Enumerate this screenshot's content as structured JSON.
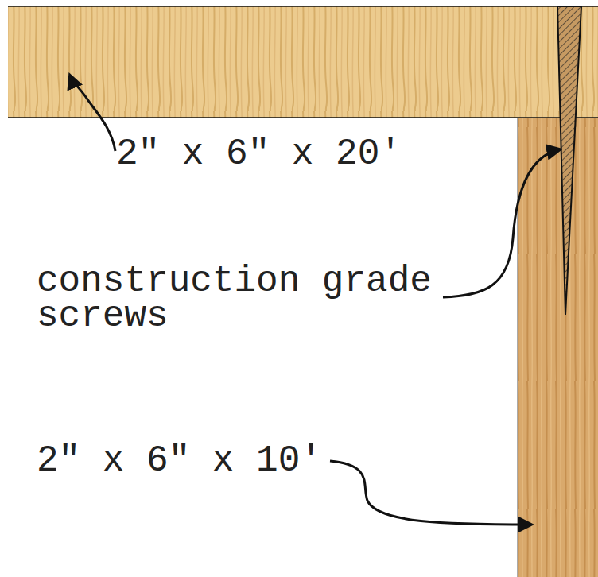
{
  "diagram": {
    "labels": [
      "2\" x 6\" x 20'",
      "construction grade screws",
      "2\" x 6\" x 10'"
    ]
  }
}
